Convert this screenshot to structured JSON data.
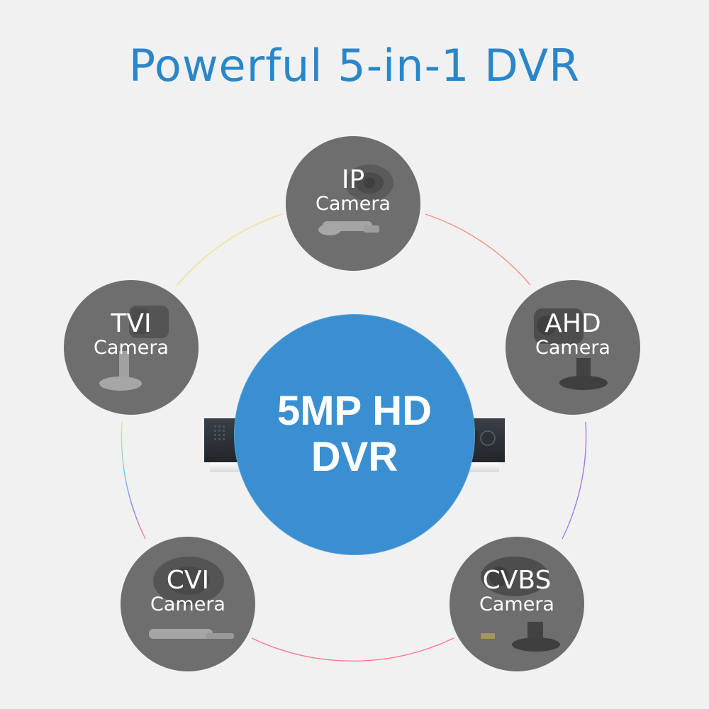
{
  "title": "Powerful 5-in-1 DVR",
  "center": {
    "line1": "5MP HD",
    "line2": "DVR",
    "color": "#3a8fd0"
  },
  "title_color": "#2a86c8",
  "node_color": "#6f6e6e",
  "nodes": [
    {
      "id": "ip",
      "line1": "IP",
      "line2": "Camera",
      "icon": "dome-camera-icon"
    },
    {
      "id": "tvi",
      "line1": "TVI",
      "line2": "Camera",
      "icon": "bullet-camera-icon"
    },
    {
      "id": "ahd",
      "line1": "AHD",
      "line2": "Camera",
      "icon": "bullet-camera-icon"
    },
    {
      "id": "cvi",
      "line1": "CVI",
      "line2": "Camera",
      "icon": "bullet-camera-icon"
    },
    {
      "id": "cvbs",
      "line1": "CVBS",
      "line2": "Camera",
      "icon": "bullet-camera-icon"
    }
  ],
  "ring_colors": [
    "#ff4b4b",
    "#ffb300",
    "#9be23a",
    "#2ec4ff",
    "#6a5cff",
    "#c04bff"
  ]
}
